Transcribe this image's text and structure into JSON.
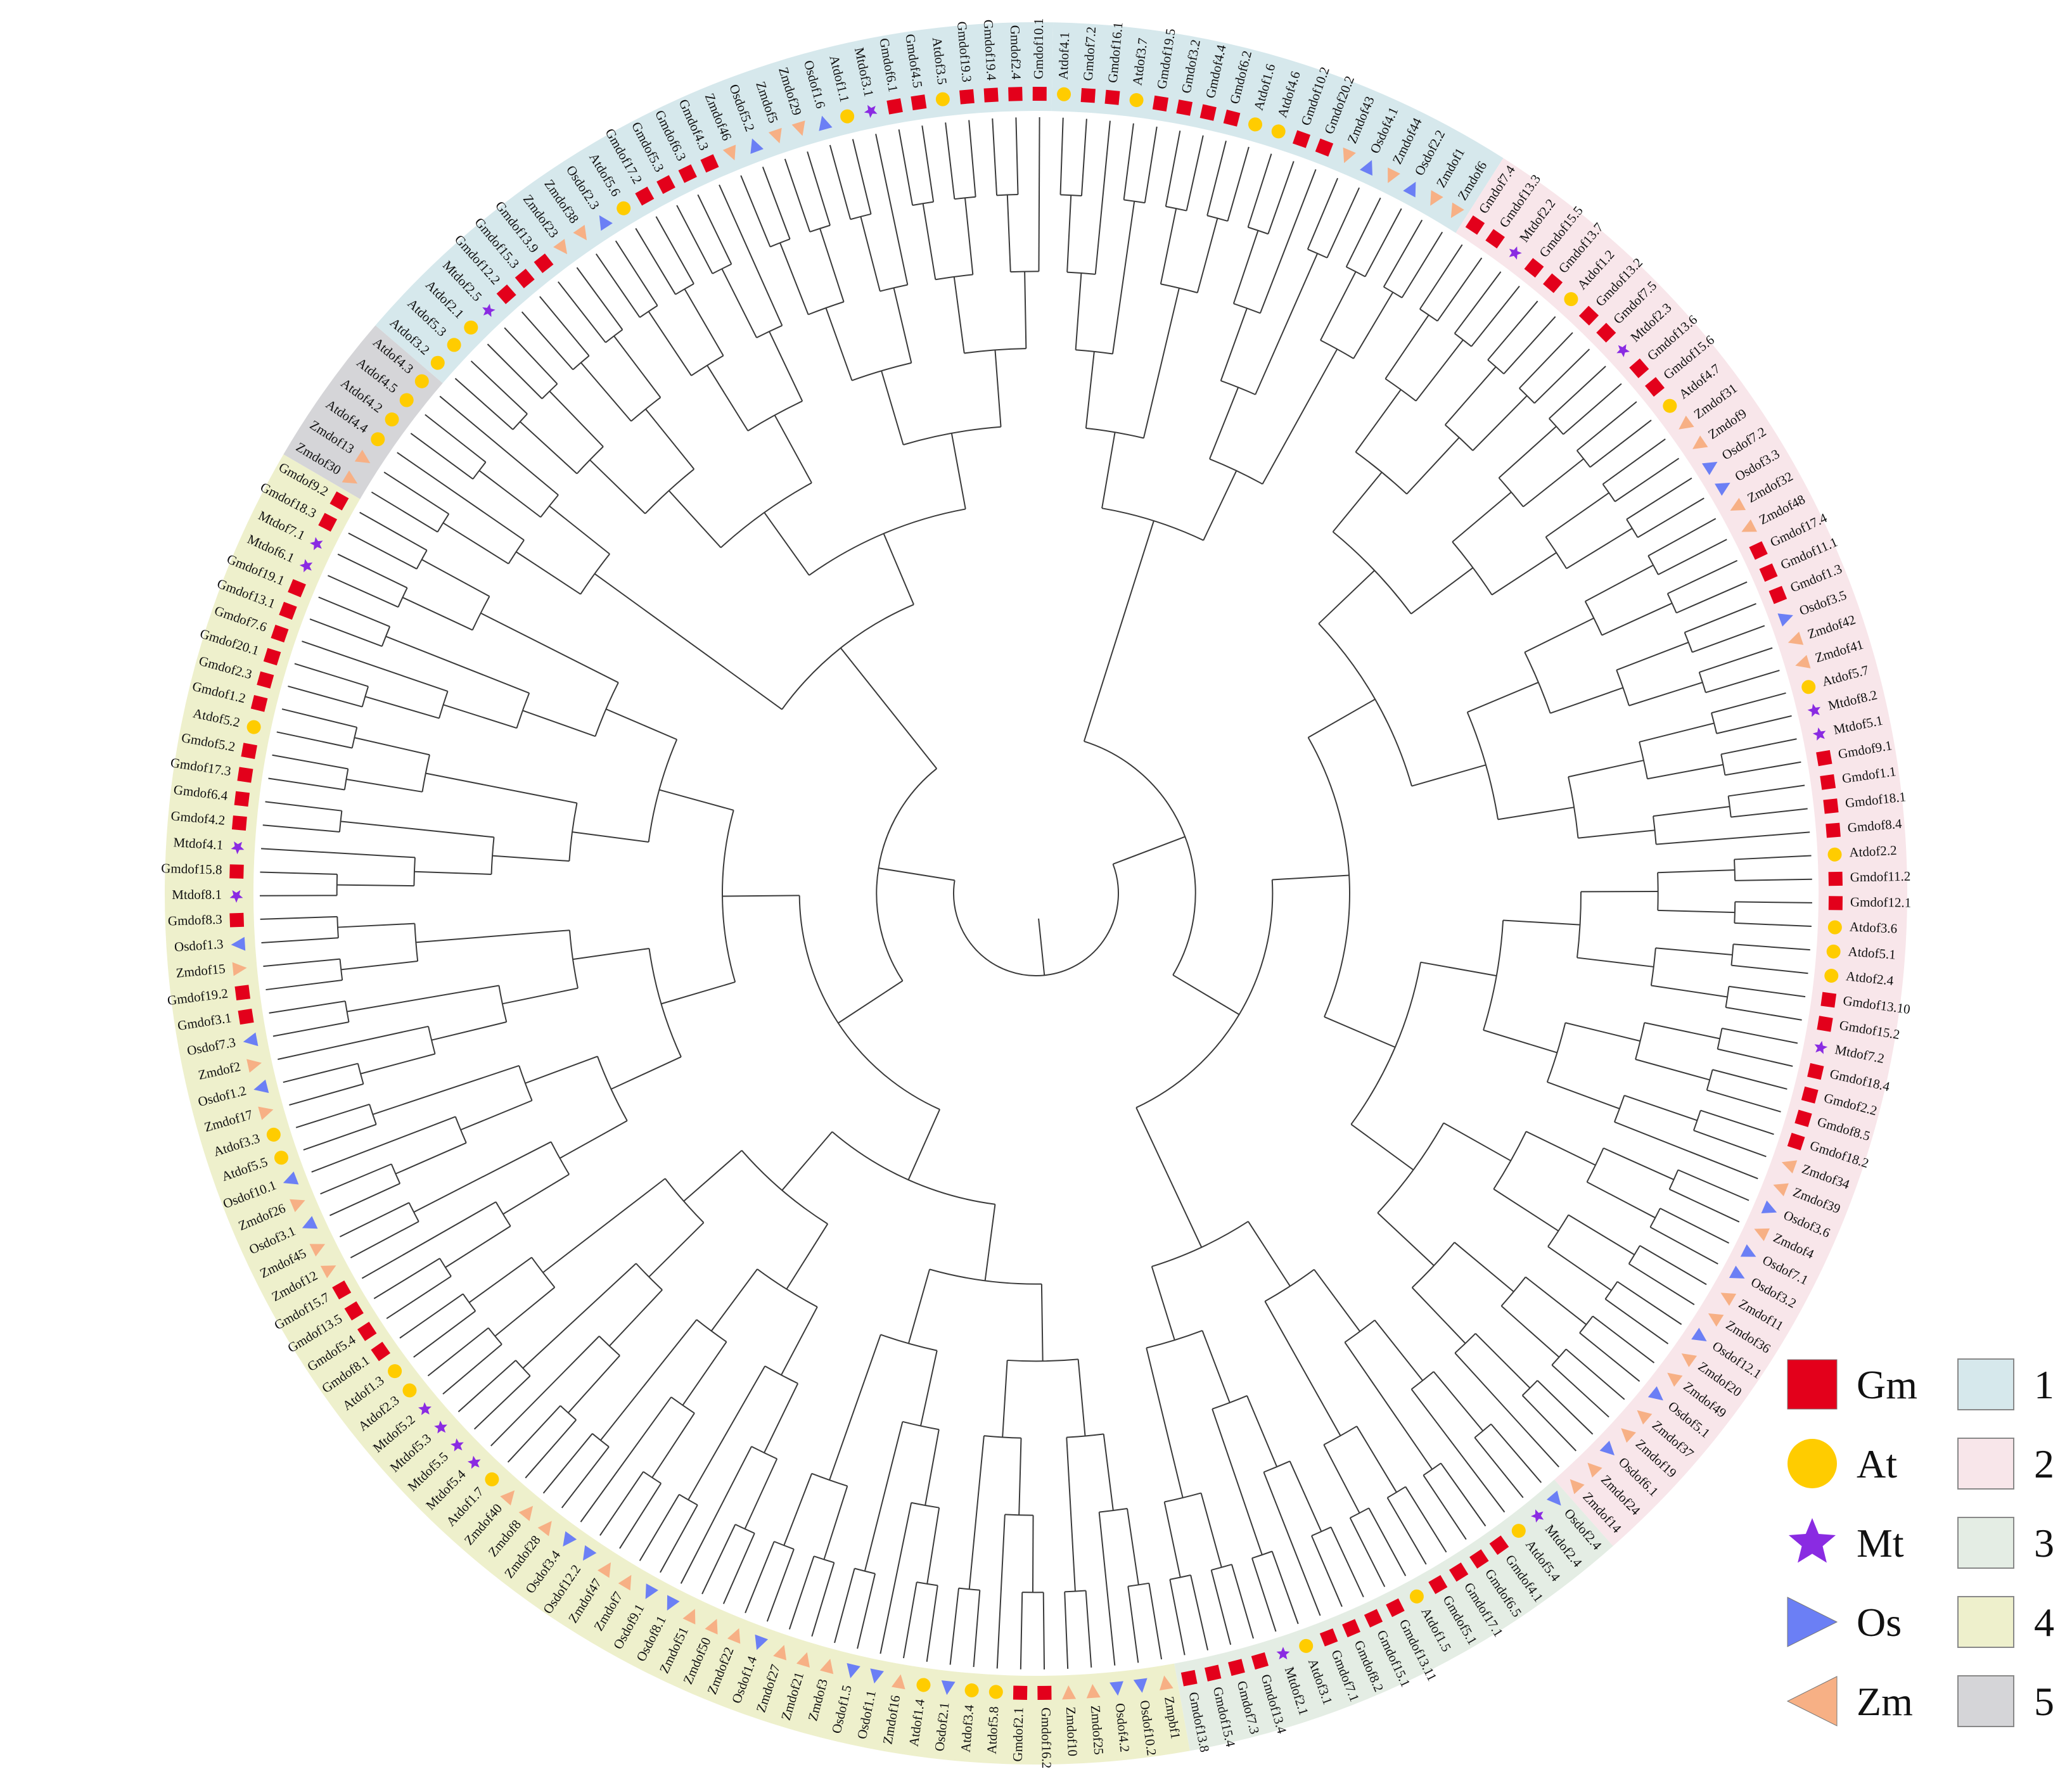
{
  "species": [
    {
      "code": "Gm",
      "shape": "square",
      "color": "#e3001b"
    },
    {
      "code": "At",
      "shape": "circle",
      "color": "#ffcc00"
    },
    {
      "code": "Mt",
      "shape": "star",
      "color": "#8a2be2"
    },
    {
      "code": "Os",
      "shape": "triangle-right",
      "color": "#6b7ff5"
    },
    {
      "code": "Zm",
      "shape": "triangle-left",
      "color": "#f7b085"
    }
  ],
  "groups": [
    {
      "label": "1",
      "color": "#d6e8ec"
    },
    {
      "label": "2",
      "color": "#f8e6ea"
    },
    {
      "label": "3",
      "color": "#e4ede4"
    },
    {
      "label": "4",
      "color": "#eef0cc"
    },
    {
      "label": "5",
      "color": "#d5d5d8"
    }
  ],
  "leaves": [
    {
      "name": "Atdof4.1",
      "sp": "At",
      "g": 1
    },
    {
      "name": "Gmdof7.2",
      "sp": "Gm",
      "g": 1
    },
    {
      "name": "Gmdof16.1",
      "sp": "Gm",
      "g": 1
    },
    {
      "name": "Atdof3.7",
      "sp": "At",
      "g": 1
    },
    {
      "name": "Gmdof19.5",
      "sp": "Gm",
      "g": 1
    },
    {
      "name": "Gmdof3.2",
      "sp": "Gm",
      "g": 1
    },
    {
      "name": "Gmdof4.4",
      "sp": "Gm",
      "g": 1
    },
    {
      "name": "Gmdof6.2",
      "sp": "Gm",
      "g": 1
    },
    {
      "name": "Atdof1.6",
      "sp": "At",
      "g": 1
    },
    {
      "name": "Atdof4.6",
      "sp": "At",
      "g": 1
    },
    {
      "name": "Gmdof10.2",
      "sp": "Gm",
      "g": 1
    },
    {
      "name": "Gmdof20.2",
      "sp": "Gm",
      "g": 1
    },
    {
      "name": "Zmdof43",
      "sp": "Zm",
      "g": 1
    },
    {
      "name": "Osdof4.1",
      "sp": "Os",
      "g": 1
    },
    {
      "name": "Zmdof44",
      "sp": "Zm",
      "g": 1
    },
    {
      "name": "Osdof2.2",
      "sp": "Os",
      "g": 1
    },
    {
      "name": "Zmdof1",
      "sp": "Zm",
      "g": 1
    },
    {
      "name": "Zmdof6",
      "sp": "Zm",
      "g": 1
    },
    {
      "name": "Gmdof7.4",
      "sp": "Gm",
      "g": 2
    },
    {
      "name": "Gmdof13.3",
      "sp": "Gm",
      "g": 2
    },
    {
      "name": "Mtdof2.2",
      "sp": "Mt",
      "g": 2
    },
    {
      "name": "Gmdof15.5",
      "sp": "Gm",
      "g": 2
    },
    {
      "name": "Gmdof13.7",
      "sp": "Gm",
      "g": 2
    },
    {
      "name": "Atdof1.2",
      "sp": "At",
      "g": 2
    },
    {
      "name": "Gmdof13.2",
      "sp": "Gm",
      "g": 2
    },
    {
      "name": "Gmdof7.5",
      "sp": "Gm",
      "g": 2
    },
    {
      "name": "Mtdof2.3",
      "sp": "Mt",
      "g": 2
    },
    {
      "name": "Gmdof13.6",
      "sp": "Gm",
      "g": 2
    },
    {
      "name": "Gmdof15.6",
      "sp": "Gm",
      "g": 2
    },
    {
      "name": "Atdof4.7",
      "sp": "At",
      "g": 2
    },
    {
      "name": "Zmdof31",
      "sp": "Zm",
      "g": 2
    },
    {
      "name": "Zmdof9",
      "sp": "Zm",
      "g": 2
    },
    {
      "name": "Osdof7.2",
      "sp": "Os",
      "g": 2
    },
    {
      "name": "Osdof3.3",
      "sp": "Os",
      "g": 2
    },
    {
      "name": "Zmdof32",
      "sp": "Zm",
      "g": 2
    },
    {
      "name": "Zmdof48",
      "sp": "Zm",
      "g": 2
    },
    {
      "name": "Gmdof17.4",
      "sp": "Gm",
      "g": 2
    },
    {
      "name": "Gmdof11.1",
      "sp": "Gm",
      "g": 2
    },
    {
      "name": "Gmdof1.3",
      "sp": "Gm",
      "g": 2
    },
    {
      "name": "Osdof3.5",
      "sp": "Os",
      "g": 2
    },
    {
      "name": "Zmdof42",
      "sp": "Zm",
      "g": 2
    },
    {
      "name": "Zmdof41",
      "sp": "Zm",
      "g": 2
    },
    {
      "name": "Atdof5.7",
      "sp": "At",
      "g": 2
    },
    {
      "name": "Mtdof8.2",
      "sp": "Mt",
      "g": 2
    },
    {
      "name": "Mtdof5.1",
      "sp": "Mt",
      "g": 2
    },
    {
      "name": "Gmdof9.1",
      "sp": "Gm",
      "g": 2
    },
    {
      "name": "Gmdof1.1",
      "sp": "Gm",
      "g": 2
    },
    {
      "name": "Gmdof18.1",
      "sp": "Gm",
      "g": 2
    },
    {
      "name": "Gmdof8.4",
      "sp": "Gm",
      "g": 2
    },
    {
      "name": "Atdof2.2",
      "sp": "At",
      "g": 2
    },
    {
      "name": "Gmdof11.2",
      "sp": "Gm",
      "g": 2
    },
    {
      "name": "Gmdof12.1",
      "sp": "Gm",
      "g": 2
    },
    {
      "name": "Atdof3.6",
      "sp": "At",
      "g": 2
    },
    {
      "name": "Atdof5.1",
      "sp": "At",
      "g": 2
    },
    {
      "name": "Atdof2.4",
      "sp": "At",
      "g": 2
    },
    {
      "name": "Gmdof13.10",
      "sp": "Gm",
      "g": 2
    },
    {
      "name": "Gmdof15.2",
      "sp": "Gm",
      "g": 2
    },
    {
      "name": "Mtdof7.2",
      "sp": "Mt",
      "g": 2
    },
    {
      "name": "Gmdof18.4",
      "sp": "Gm",
      "g": 2
    },
    {
      "name": "Gmdof2.2",
      "sp": "Gm",
      "g": 2
    },
    {
      "name": "Gmdof8.5",
      "sp": "Gm",
      "g": 2
    },
    {
      "name": "Gmdof18.2",
      "sp": "Gm",
      "g": 2
    },
    {
      "name": "Zmdof34",
      "sp": "Zm",
      "g": 2
    },
    {
      "name": "Zmdof39",
      "sp": "Zm",
      "g": 2
    },
    {
      "name": "Osdof3.6",
      "sp": "Os",
      "g": 2
    },
    {
      "name": "Zmdof4",
      "sp": "Zm",
      "g": 2
    },
    {
      "name": "Osdof7.1",
      "sp": "Os",
      "g": 2
    },
    {
      "name": "Osdof3.2",
      "sp": "Os",
      "g": 2
    },
    {
      "name": "Zmdof11",
      "sp": "Zm",
      "g": 2
    },
    {
      "name": "Zmdof36",
      "sp": "Zm",
      "g": 2
    },
    {
      "name": "Osdof12.1",
      "sp": "Os",
      "g": 2
    },
    {
      "name": "Zmdof20",
      "sp": "Zm",
      "g": 2
    },
    {
      "name": "Zmdof49",
      "sp": "Zm",
      "g": 2
    },
    {
      "name": "Osdof5.1",
      "sp": "Os",
      "g": 2
    },
    {
      "name": "Zmdof37",
      "sp": "Zm",
      "g": 2
    },
    {
      "name": "Zmdof19",
      "sp": "Zm",
      "g": 2
    },
    {
      "name": "Osdof6.1",
      "sp": "Os",
      "g": 2
    },
    {
      "name": "Zmdof24",
      "sp": "Zm",
      "g": 2
    },
    {
      "name": "Zmdof14",
      "sp": "Zm",
      "g": 2
    },
    {
      "name": "Osdof2.4",
      "sp": "Os",
      "g": 3
    },
    {
      "name": "Mtdof2.4",
      "sp": "Mt",
      "g": 3
    },
    {
      "name": "Atdof5.4",
      "sp": "At",
      "g": 3
    },
    {
      "name": "Gmdof4.1",
      "sp": "Gm",
      "g": 3
    },
    {
      "name": "Gmdof6.5",
      "sp": "Gm",
      "g": 3
    },
    {
      "name": "Gmdof17.1",
      "sp": "Gm",
      "g": 3
    },
    {
      "name": "Gmdof5.1",
      "sp": "Gm",
      "g": 3
    },
    {
      "name": "Atdof1.5",
      "sp": "At",
      "g": 3
    },
    {
      "name": "Gmdof13.11",
      "sp": "Gm",
      "g": 3
    },
    {
      "name": "Gmdof15.1",
      "sp": "Gm",
      "g": 3
    },
    {
      "name": "Gmdof8.2",
      "sp": "Gm",
      "g": 3
    },
    {
      "name": "Gmdof7.1",
      "sp": "Gm",
      "g": 3
    },
    {
      "name": "Atdof3.1",
      "sp": "At",
      "g": 3
    },
    {
      "name": "Mtdof2.1",
      "sp": "Mt",
      "g": 3
    },
    {
      "name": "Gmdof13.4",
      "sp": "Gm",
      "g": 3
    },
    {
      "name": "Gmdof7.3",
      "sp": "Gm",
      "g": 3
    },
    {
      "name": "Gmdof15.4",
      "sp": "Gm",
      "g": 3
    },
    {
      "name": "Gmdof13.8",
      "sp": "Gm",
      "g": 3
    },
    {
      "name": "Zmpbf1",
      "sp": "Zm",
      "g": 4
    },
    {
      "name": "Osdof10.2",
      "sp": "Os",
      "g": 4
    },
    {
      "name": "Osdof4.2",
      "sp": "Os",
      "g": 4
    },
    {
      "name": "Zmdof25",
      "sp": "Zm",
      "g": 4
    },
    {
      "name": "Zmdof10",
      "sp": "Zm",
      "g": 4
    },
    {
      "name": "Gmdof16.2",
      "sp": "Gm",
      "g": 4
    },
    {
      "name": "Gmdof2.1",
      "sp": "Gm",
      "g": 4
    },
    {
      "name": "Atdof5.8",
      "sp": "At",
      "g": 4
    },
    {
      "name": "Atdof3.4",
      "sp": "At",
      "g": 4
    },
    {
      "name": "Osdof2.1",
      "sp": "Os",
      "g": 4
    },
    {
      "name": "Atdof1.4",
      "sp": "At",
      "g": 4
    },
    {
      "name": "Zmdof16",
      "sp": "Zm",
      "g": 4
    },
    {
      "name": "Osdof1.1",
      "sp": "Os",
      "g": 4
    },
    {
      "name": "Osdof1.5",
      "sp": "Os",
      "g": 4
    },
    {
      "name": "Zmdof3",
      "sp": "Zm",
      "g": 4
    },
    {
      "name": "Zmdof21",
      "sp": "Zm",
      "g": 4
    },
    {
      "name": "Zmdof27",
      "sp": "Zm",
      "g": 4
    },
    {
      "name": "Osdof1.4",
      "sp": "Os",
      "g": 4
    },
    {
      "name": "Zmdof22",
      "sp": "Zm",
      "g": 4
    },
    {
      "name": "Zmdof50",
      "sp": "Zm",
      "g": 4
    },
    {
      "name": "Zmdof51",
      "sp": "Zm",
      "g": 4
    },
    {
      "name": "Osdof8.1",
      "sp": "Os",
      "g": 4
    },
    {
      "name": "Osdof9.1",
      "sp": "Os",
      "g": 4
    },
    {
      "name": "Zmdof7",
      "sp": "Zm",
      "g": 4
    },
    {
      "name": "Zmdof47",
      "sp": "Zm",
      "g": 4
    },
    {
      "name": "Osdof12.2",
      "sp": "Os",
      "g": 4
    },
    {
      "name": "Osdof3.4",
      "sp": "Os",
      "g": 4
    },
    {
      "name": "Zmdof28",
      "sp": "Zm",
      "g": 4
    },
    {
      "name": "Zmdof8",
      "sp": "Zm",
      "g": 4
    },
    {
      "name": "Zmdof40",
      "sp": "Zm",
      "g": 4
    },
    {
      "name": "Atdof1.7",
      "sp": "At",
      "g": 4
    },
    {
      "name": "Mtdof5.4",
      "sp": "Mt",
      "g": 4
    },
    {
      "name": "Mtdof5.5",
      "sp": "Mt",
      "g": 4
    },
    {
      "name": "Mtdof5.3",
      "sp": "Mt",
      "g": 4
    },
    {
      "name": "Mtdof5.2",
      "sp": "Mt",
      "g": 4
    },
    {
      "name": "Atdof2.3",
      "sp": "At",
      "g": 4
    },
    {
      "name": "Atdof1.3",
      "sp": "At",
      "g": 4
    },
    {
      "name": "Gmdof8.1",
      "sp": "Gm",
      "g": 4
    },
    {
      "name": "Gmdof5.4",
      "sp": "Gm",
      "g": 4
    },
    {
      "name": "Gmdof13.5",
      "sp": "Gm",
      "g": 4
    },
    {
      "name": "Gmdof15.7",
      "sp": "Gm",
      "g": 4
    },
    {
      "name": "Zmdof12",
      "sp": "Zm",
      "g": 4
    },
    {
      "name": "Zmdof45",
      "sp": "Zm",
      "g": 4
    },
    {
      "name": "Osdof3.1",
      "sp": "Os",
      "g": 4
    },
    {
      "name": "Zmdof26",
      "sp": "Zm",
      "g": 4
    },
    {
      "name": "Osdof10.1",
      "sp": "Os",
      "g": 4
    },
    {
      "name": "Atdof5.5",
      "sp": "At",
      "g": 4
    },
    {
      "name": "Atdof3.3",
      "sp": "At",
      "g": 4
    },
    {
      "name": "Zmdof17",
      "sp": "Zm",
      "g": 4
    },
    {
      "name": "Osdof1.2",
      "sp": "Os",
      "g": 4
    },
    {
      "name": "Zmdof2",
      "sp": "Zm",
      "g": 4
    },
    {
      "name": "Osdof7.3",
      "sp": "Os",
      "g": 4
    },
    {
      "name": "Gmdof3.1",
      "sp": "Gm",
      "g": 4
    },
    {
      "name": "Gmdof19.2",
      "sp": "Gm",
      "g": 4
    },
    {
      "name": "Zmdof15",
      "sp": "Zm",
      "g": 4
    },
    {
      "name": "Osdof1.3",
      "sp": "Os",
      "g": 4
    },
    {
      "name": "Gmdof8.3",
      "sp": "Gm",
      "g": 4
    },
    {
      "name": "Mtdof8.1",
      "sp": "Mt",
      "g": 4
    },
    {
      "name": "Gmdof15.8",
      "sp": "Gm",
      "g": 4
    },
    {
      "name": "Mtdof4.1",
      "sp": "Mt",
      "g": 4
    },
    {
      "name": "Gmdof4.2",
      "sp": "Gm",
      "g": 4
    },
    {
      "name": "Gmdof6.4",
      "sp": "Gm",
      "g": 4
    },
    {
      "name": "Gmdof17.3",
      "sp": "Gm",
      "g": 4
    },
    {
      "name": "Gmdof5.2",
      "sp": "Gm",
      "g": 4
    },
    {
      "name": "Atdof5.2",
      "sp": "At",
      "g": 4
    },
    {
      "name": "Gmdof1.2",
      "sp": "Gm",
      "g": 4
    },
    {
      "name": "Gmdof2.3",
      "sp": "Gm",
      "g": 4
    },
    {
      "name": "Gmdof20.1",
      "sp": "Gm",
      "g": 4
    },
    {
      "name": "Gmdof7.6",
      "sp": "Gm",
      "g": 4
    },
    {
      "name": "Gmdof13.1",
      "sp": "Gm",
      "g": 4
    },
    {
      "name": "Gmdof19.1",
      "sp": "Gm",
      "g": 4
    },
    {
      "name": "Mtdof6.1",
      "sp": "Mt",
      "g": 4
    },
    {
      "name": "Mtdof7.1",
      "sp": "Mt",
      "g": 4
    },
    {
      "name": "Gmdof18.3",
      "sp": "Gm",
      "g": 4
    },
    {
      "name": "Gmdof9.2",
      "sp": "Gm",
      "g": 4
    },
    {
      "name": "Zmdof30",
      "sp": "Zm",
      "g": 5
    },
    {
      "name": "Zmdof13",
      "sp": "Zm",
      "g": 5
    },
    {
      "name": "Atdof4.4",
      "sp": "At",
      "g": 5
    },
    {
      "name": "Atdof4.2",
      "sp": "At",
      "g": 5
    },
    {
      "name": "Atdof4.5",
      "sp": "At",
      "g": 5
    },
    {
      "name": "Atdof4.3",
      "sp": "At",
      "g": 5
    },
    {
      "name": "Atdof3.2",
      "sp": "At",
      "g": 1
    },
    {
      "name": "Atdof5.3",
      "sp": "At",
      "g": 1
    },
    {
      "name": "Atdof2.1",
      "sp": "At",
      "g": 1
    },
    {
      "name": "Mtdof2.5",
      "sp": "Mt",
      "g": 1
    },
    {
      "name": "Gmdof12.2",
      "sp": "Gm",
      "g": 1
    },
    {
      "name": "Gmdof15.3",
      "sp": "Gm",
      "g": 1
    },
    {
      "name": "Gmdof13.9",
      "sp": "Gm",
      "g": 1
    },
    {
      "name": "Zmdof23",
      "sp": "Zm",
      "g": 1
    },
    {
      "name": "Zmdof38",
      "sp": "Zm",
      "g": 1
    },
    {
      "name": "Osdof2.3",
      "sp": "Os",
      "g": 1
    },
    {
      "name": "Atdof5.6",
      "sp": "At",
      "g": 1
    },
    {
      "name": "Gmdof17.2",
      "sp": "Gm",
      "g": 1
    },
    {
      "name": "Gmdof5.3",
      "sp": "Gm",
      "g": 1
    },
    {
      "name": "Gmdof6.3",
      "sp": "Gm",
      "g": 1
    },
    {
      "name": "Gmdof4.3",
      "sp": "Gm",
      "g": 1
    },
    {
      "name": "Zmdof46",
      "sp": "Zm",
      "g": 1
    },
    {
      "name": "Osdof5.2",
      "sp": "Os",
      "g": 1
    },
    {
      "name": "Zmdof5",
      "sp": "Zm",
      "g": 1
    },
    {
      "name": "Zmdof29",
      "sp": "Zm",
      "g": 1
    },
    {
      "name": "Osdof1.6",
      "sp": "Os",
      "g": 1
    },
    {
      "name": "Atdof1.1",
      "sp": "At",
      "g": 1
    },
    {
      "name": "Mtdof3.1",
      "sp": "Mt",
      "g": 1
    },
    {
      "name": "Gmdof6.1",
      "sp": "Gm",
      "g": 1
    },
    {
      "name": "Gmdof4.5",
      "sp": "Gm",
      "g": 1
    },
    {
      "name": "Atdof3.5",
      "sp": "At",
      "g": 1
    },
    {
      "name": "Gmdof19.3",
      "sp": "Gm",
      "g": 1
    },
    {
      "name": "Gmdof19.4",
      "sp": "Gm",
      "g": 1
    },
    {
      "name": "Gmdof2.4",
      "sp": "Gm",
      "g": 1
    },
    {
      "name": "Gmdof10.1",
      "sp": "Gm",
      "g": 1
    }
  ]
}
